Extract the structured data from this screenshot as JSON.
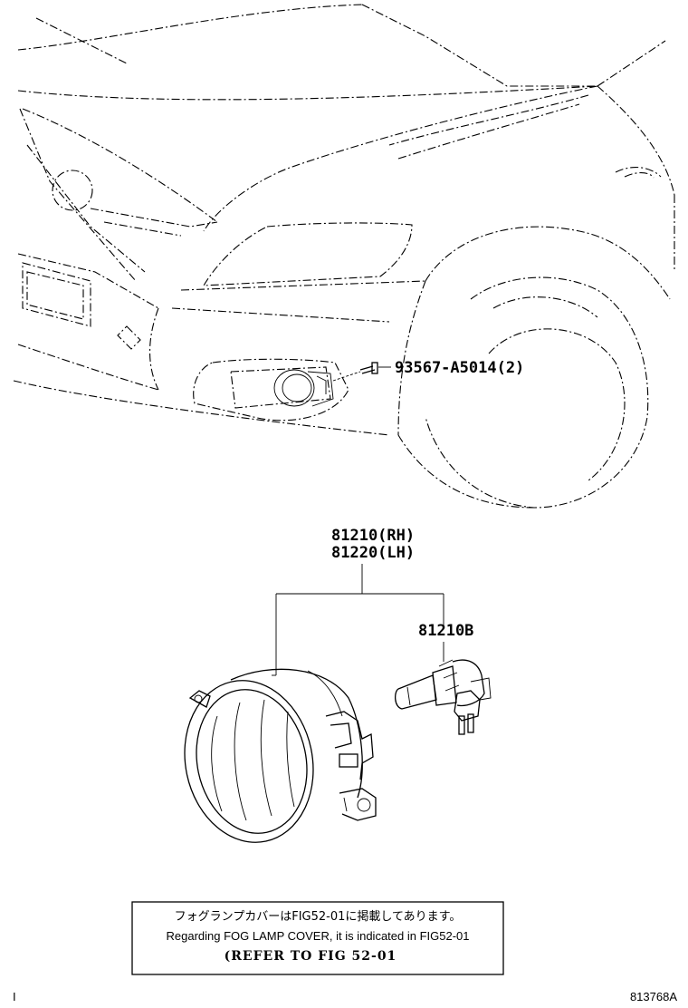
{
  "callouts": {
    "bolt": "93567-A5014(2)",
    "lamp_rh": "81210(RH)",
    "lamp_lh": "81220(LH)",
    "bulb": "81210B"
  },
  "note": {
    "japanese": "フォグランプカバーはFIG52-01に掲載してあります。",
    "english": "Regarding FOG LAMP COVER, it is indicated in FIG52-01",
    "reference": "(REFER TO FIG 52-01"
  },
  "figure_code": "813768A",
  "corner_mark": "I"
}
